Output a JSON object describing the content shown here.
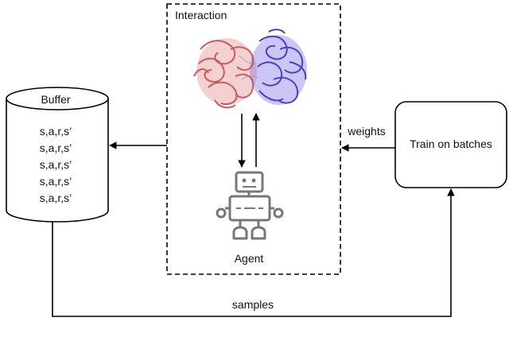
{
  "interaction": {
    "title": "Interaction"
  },
  "buffer": {
    "title": "Buffer",
    "entries": [
      "s,a,r,s’",
      "s,a,r,s’",
      "s,a,r,s’",
      "s,a,r,s’",
      "s,a,r,s’"
    ]
  },
  "agent": {
    "label": "Agent"
  },
  "train": {
    "label": "Train on batches"
  },
  "edges": {
    "weights": "weights",
    "samples": "samples"
  },
  "colors": {
    "protein_left": "#e07a7a",
    "protein_right": "#6a5ce0",
    "robot": "#777777",
    "line": "#000000"
  },
  "icons": [
    "protein-structure-icon",
    "robot-icon"
  ]
}
